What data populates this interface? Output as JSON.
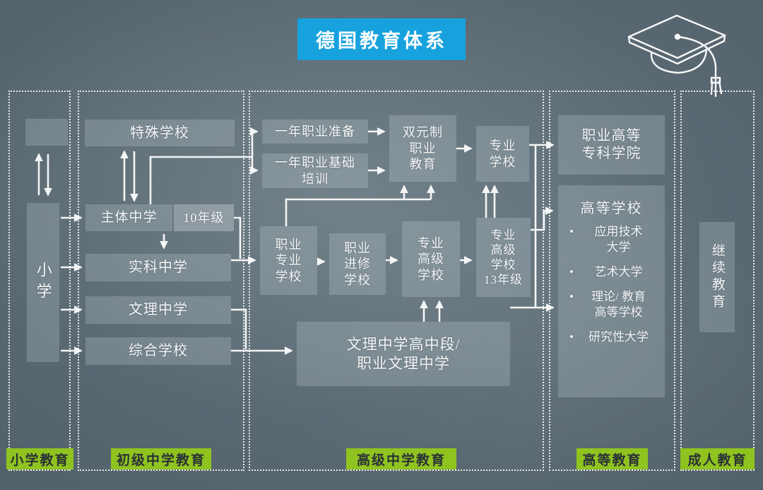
{
  "title": "德国教育体系",
  "bullet": "•",
  "stage_labels": {
    "primary": "小学教育",
    "lower_secondary": "初级中学教育",
    "upper_secondary": "高级中学教育",
    "higher": "高等教育",
    "adult": "成人教育"
  },
  "boxes": {
    "primary_school": "小学",
    "special_school": "特殊学校",
    "hauptschule": "主体中学",
    "grade_10": "10年级",
    "realschule": "实科中学",
    "gymnasium": "文理中学",
    "comprehensive_school": "综合学校",
    "one_year_vocational_prep": "一年职业准备",
    "one_year_vocational_basic": "一年职业基础\n培训",
    "dual_system_vocational": "双元制\n职业\n教育",
    "specialized_school": "专业\n学校",
    "vocational_specialized_school": "职业\n专业\n学校",
    "vocational_further_school": "职业\n进修\n学校",
    "specialized_upper_school": "专业\n高级\n学校",
    "specialized_upper_school_g13": "专业\n高级\n学校\n13年级",
    "gymnasium_upper_vocational": "文理中学高中段/\n职业文理中学",
    "vocational_college": "职业高等\n专科学院",
    "higher_education_title": "高等学校",
    "higher_education_items": [
      "应用技术\n大学",
      "艺术大学",
      "理论/ 教育\n高等学校",
      "研究性大学"
    ],
    "continuing_education": "继续教育"
  }
}
